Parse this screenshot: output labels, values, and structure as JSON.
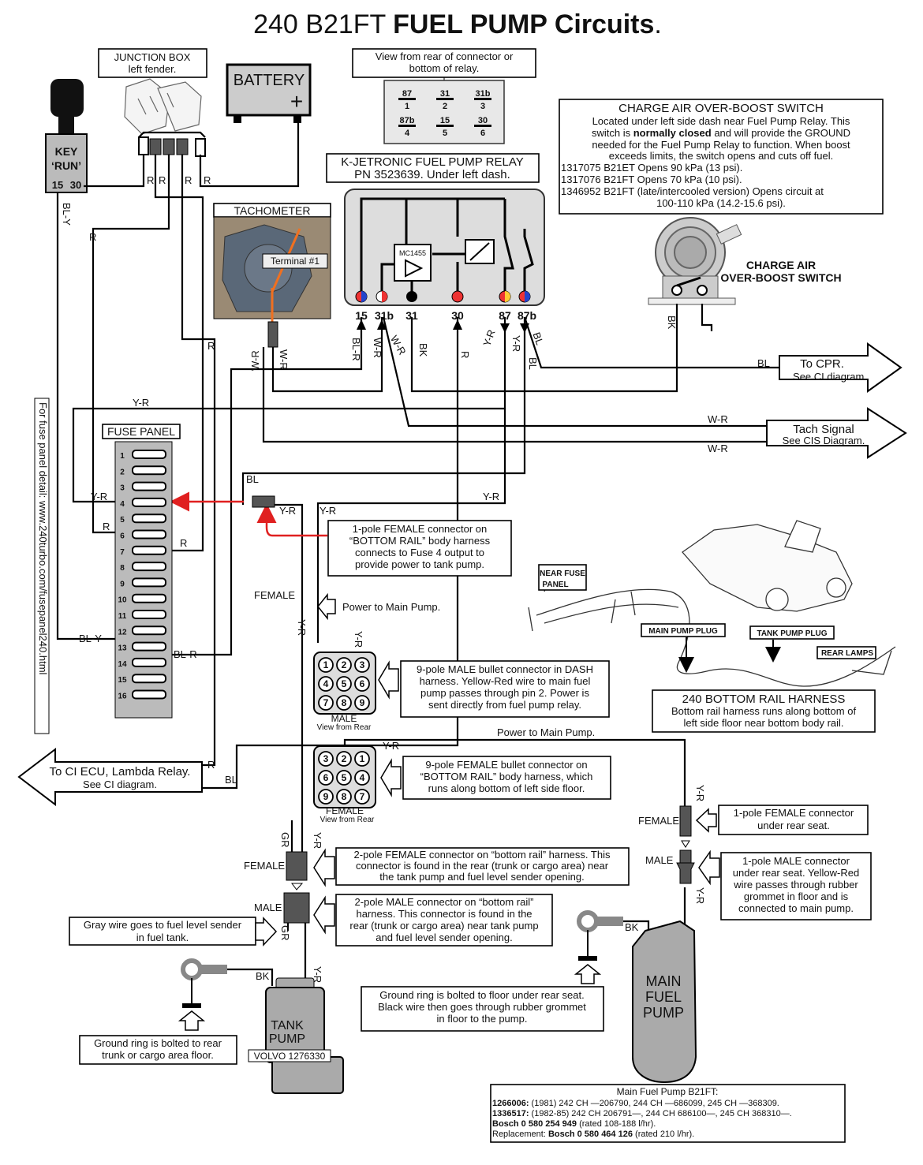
{
  "title": {
    "prefix": "240 B21FT ",
    "bold": "FUEL PUMP Circuits",
    "suffix": "."
  },
  "junction_box": {
    "title": "JUNCTION BOX",
    "sub": "left fender."
  },
  "battery": {
    "label": "BATTERY",
    "sign": "+"
  },
  "key": {
    "l1": "KEY",
    "l2": "‘RUN’",
    "t15": "15",
    "t30": "30"
  },
  "view_rear": {
    "l1": "View from rear of connector or",
    "l2": "bottom of relay."
  },
  "relay_pins": [
    {
      "top": "87",
      "num": "1"
    },
    {
      "top": "31",
      "num": "2"
    },
    {
      "top": "31b",
      "num": "3"
    },
    {
      "top": "87b",
      "num": "4"
    },
    {
      "top": "15",
      "num": "5"
    },
    {
      "top": "30",
      "num": "6"
    }
  ],
  "cao": {
    "title": "CHARGE AIR OVER-BOOST SWITCH",
    "l1": "Located under left side dash near Fuel Pump Relay. This",
    "l2a": "switch is ",
    "l2b": "normally closed",
    "l2c": " and will provide the GROUND",
    "l3": "needed for the Fuel Pump Relay to function. When boost",
    "l4": "exceeds limits, the switch opens and cuts off fuel.",
    "l5": "1317075 B21ET  Opens 90 kPa (13 psi).",
    "l6": "1317076 B21FT  Opens 70 kPa (10 psi).",
    "l7": "1346952 B21FT (late/intercooled version) Opens circuit at",
    "l8": "100-110 kPa (14.2-15.6 psi).",
    "sw1": "CHARGE AIR",
    "sw2": "OVER-BOOST SWITCH"
  },
  "kjet": {
    "l1": "K-JETRONIC FUEL PUMP RELAY",
    "l2": "PN 3523639. Under left dash.",
    "chip": "MC1455"
  },
  "relay_terms": [
    "15",
    "31b",
    "31",
    "30",
    "87",
    "87b"
  ],
  "tach": {
    "title": "TACHOMETER",
    "terminal": "Terminal #1"
  },
  "wires": {
    "R": "R",
    "BLY": "BL-Y",
    "WR": "W-R",
    "BLR": "BL-R",
    "BK": "BK",
    "YR": "Y-R",
    "BL": "BL",
    "GR": "GR",
    "FEMALE": "FEMALE",
    "MALE": "MALE"
  },
  "fuse_panel": {
    "title": "FUSE PANEL",
    "numbers": [
      "1",
      "2",
      "3",
      "4",
      "5",
      "6",
      "7",
      "8",
      "9",
      "10",
      "11",
      "12",
      "13",
      "14",
      "15",
      "16"
    ]
  },
  "side_text": "For fuse panel detail: www.240turbo.com/fusepanel240.html",
  "to_cpr": {
    "l1": "To CPR.",
    "l2": "See CI diagram."
  },
  "tach_signal": {
    "l1": "Tach Signal",
    "l2": "See CIS Diagram."
  },
  "to_ci_ecu": {
    "l1": "To CI ECU, Lambda Relay.",
    "l2": "See CI diagram."
  },
  "one_pole_fuse4": {
    "l1": "1-pole FEMALE connector on",
    "l2": "“BOTTOM RAIL” body harness",
    "l3": "connects to Fuse 4 output to",
    "l4": "provide power to tank pump."
  },
  "power_main": "Power to Main Pump.",
  "nine_male": {
    "l1": "9-pole MALE bullet connector in DASH",
    "l2": "harness. Yellow-Red wire to main fuel",
    "l3": "pump passes through pin 2. Power is",
    "l4": "sent directly from fuel pump relay."
  },
  "male_view": {
    "l1": "MALE",
    "l2": "View from Rear"
  },
  "female_view": {
    "l1": "FEMALE",
    "l2": "View from Rear"
  },
  "nine_female": {
    "l1": "9-pole FEMALE bullet connector on",
    "l2": "“BOTTOM RAIL” body harness, which",
    "l3": "runs along bottom of left side floor."
  },
  "harness": {
    "near_fuse": "NEAR FUSE",
    "panel": "PANEL",
    "main_plug": "MAIN PUMP PLUG",
    "tank_plug": "TANK PUMP PLUG",
    "rear_lamps": "REAR LAMPS",
    "title": "240 BOTTOM RAIL HARNESS",
    "l1": "Bottom rail harness runs along bottom of",
    "l2": "left side floor near bottom body rail."
  },
  "one_pole_female_rear": {
    "l1": "1-pole FEMALE connector",
    "l2": "under rear seat."
  },
  "one_pole_male_rear": {
    "l1": "1-pole MALE connector",
    "l2": "under rear seat. Yellow-Red",
    "l3": "wire passes through rubber",
    "l4": "grommet in floor and is",
    "l5": "connected to main pump."
  },
  "two_pole_female": {
    "l1": "2-pole FEMALE connector on “bottom rail” harness. This",
    "l2": "connector is found in the rear (trunk or cargo area) near",
    "l3": "the tank pump and fuel level sender opening."
  },
  "two_pole_male": {
    "l1": "2-pole MALE connector on “bottom rail”",
    "l2": "harness. This connector is found in the",
    "l3": "rear (trunk or cargo area) near tank pump",
    "l4": "and fuel level sender opening."
  },
  "gray_wire": {
    "l1": "Gray wire goes to fuel level sender",
    "l2": "in fuel tank."
  },
  "ground_floor": {
    "l1": "Ground ring is bolted to floor under rear seat.",
    "l2": "Black wire then goes through rubber grommet",
    "l3": "in floor to the pump."
  },
  "ground_trunk": {
    "l1": "Ground ring is bolted to rear",
    "l2": "trunk or cargo area floor."
  },
  "tank_pump": {
    "l1": "TANK",
    "l2": "PUMP",
    "part": "VOLVO 1276330"
  },
  "main_pump": {
    "l1": "MAIN",
    "l2": "FUEL",
    "l3": "PUMP"
  },
  "main_pump_info": {
    "title": "Main Fuel Pump B21FT:",
    "p1b": "1266006:",
    "p1": " (1981) 242 CH —206790, 244 CH —686099, 245 CH —368309.",
    "p2b": "1336517:",
    "p2": " (1982-85) 242 CH 206791—, 244 CH 686100—, 245 CH 368310—.",
    "p3b": "Bosch 0 580 254 949",
    "p3": " (rated 108-188 l/hr).",
    "p4a": "Replacement: ",
    "p4b": "Bosch 0 580 464 126",
    "p4": " (rated 210 l/hr)."
  }
}
